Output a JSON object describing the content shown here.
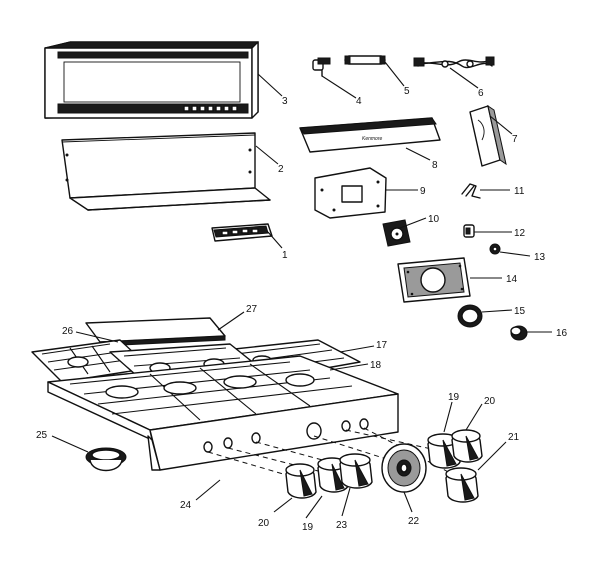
{
  "diagram": {
    "part_labels": [
      "1",
      "2",
      "3",
      "4",
      "5",
      "6",
      "7",
      "8",
      "9",
      "10",
      "11",
      "12",
      "13",
      "14",
      "15",
      "16",
      "17",
      "18",
      "19",
      "20",
      "21",
      "22",
      "23",
      "24",
      "25",
      "26",
      "27"
    ],
    "second_labels": {
      "p19": "19",
      "p20": "20"
    },
    "brand_mark": "Kenmore"
  }
}
